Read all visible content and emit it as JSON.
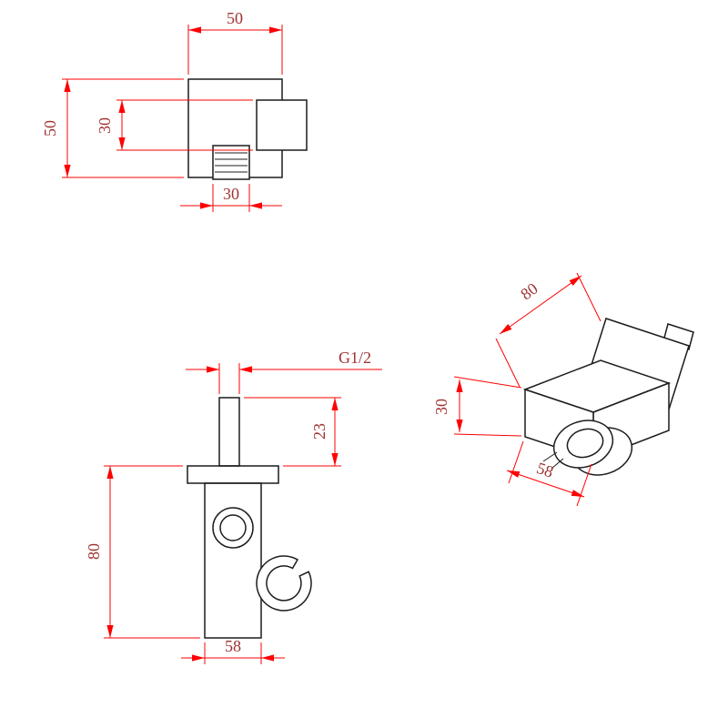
{
  "drawing": {
    "background": "#ffffff",
    "colors": {
      "geometry": "#1c1c1c",
      "dimension_line": "#fe0000",
      "dimension_text": "#a03232"
    },
    "views": {
      "top_view": {
        "dimensions": {
          "plate_width": "50",
          "plate_depth": "50",
          "block_depth": "30",
          "outlet_width": "30"
        }
      },
      "front_view": {
        "dimensions": {
          "thread_size": "G1/2",
          "inlet_height": "23",
          "body_height": "80",
          "body_width": "58"
        }
      },
      "isometric_view": {
        "dimensions": {
          "plate_size": "80",
          "body_depth": "30",
          "body_width": "58"
        }
      }
    }
  }
}
